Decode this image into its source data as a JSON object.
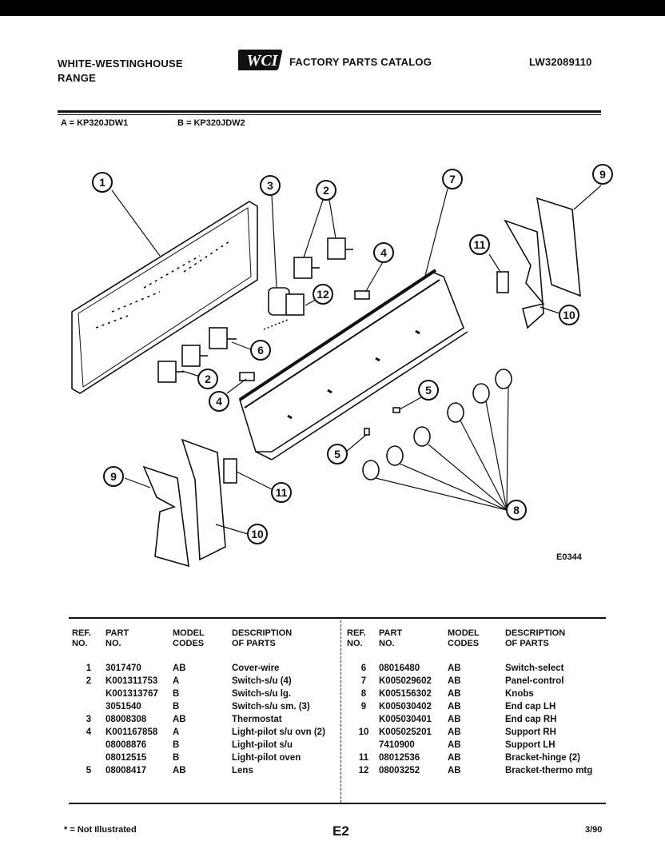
{
  "header": {
    "brand_line1": "WHITE-WESTINGHOUSE",
    "brand_line2": "RANGE",
    "catalog_title": "FACTORY PARTS CATALOG",
    "logo_text": "WCI",
    "doc_number": "LW32089110"
  },
  "models": {
    "a": "A = KP320JDW1",
    "b": "B = KP320JDW2"
  },
  "diagram": {
    "code": "E0344",
    "callouts": [
      "1",
      "2",
      "3",
      "4",
      "5",
      "6",
      "7",
      "8",
      "9",
      "10",
      "11",
      "12"
    ]
  },
  "table": {
    "headers": {
      "ref": [
        "REF.",
        "NO."
      ],
      "part": [
        "PART",
        "NO."
      ],
      "model": [
        "MODEL",
        "CODES"
      ],
      "desc": [
        "DESCRIPTION",
        "OF PARTS"
      ]
    },
    "left_rows": [
      {
        "ref": "1",
        "part": "3017470",
        "model": "AB",
        "desc": "Cover-wire"
      },
      {
        "ref": "2",
        "part": "K001311753",
        "model": "A",
        "desc": "Switch-s/u (4)"
      },
      {
        "ref": "",
        "part": "K001313767",
        "model": "B",
        "desc": "Switch-s/u lg."
      },
      {
        "ref": "",
        "part": "3051540",
        "model": "B",
        "desc": "Switch-s/u sm. (3)"
      },
      {
        "ref": "3",
        "part": "08008308",
        "model": "AB",
        "desc": "Thermostat"
      },
      {
        "ref": "4",
        "part": "K001167858",
        "model": "A",
        "desc": "Light-pilot s/u ovn (2)"
      },
      {
        "ref": "",
        "part": "08008876",
        "model": "B",
        "desc": "Light-pilot s/u"
      },
      {
        "ref": "",
        "part": "08012515",
        "model": "B",
        "desc": "Light-pilot oven"
      },
      {
        "ref": "5",
        "part": "08008417",
        "model": "AB",
        "desc": "Lens"
      }
    ],
    "right_rows": [
      {
        "ref": "6",
        "part": "08016480",
        "model": "AB",
        "desc": "Switch-select"
      },
      {
        "ref": "7",
        "part": "K005029602",
        "model": "AB",
        "desc": "Panel-control"
      },
      {
        "ref": "8",
        "part": "K005156302",
        "model": "AB",
        "desc": "Knobs"
      },
      {
        "ref": "9",
        "part": "K005030402",
        "model": "AB",
        "desc": "End cap LH"
      },
      {
        "ref": "",
        "part": "K005030401",
        "model": "AB",
        "desc": "End cap RH"
      },
      {
        "ref": "10",
        "part": "K005025201",
        "model": "AB",
        "desc": "Support RH"
      },
      {
        "ref": "",
        "part": "7410900",
        "model": "AB",
        "desc": "Support LH"
      },
      {
        "ref": "11",
        "part": "08012536",
        "model": "AB",
        "desc": "Bracket-hinge (2)"
      },
      {
        "ref": "12",
        "part": "08003252",
        "model": "AB",
        "desc": "Bracket-thermo mtg"
      }
    ]
  },
  "footer": {
    "note": "* = Not Illustrated",
    "page": "E2",
    "date": "3/90"
  }
}
